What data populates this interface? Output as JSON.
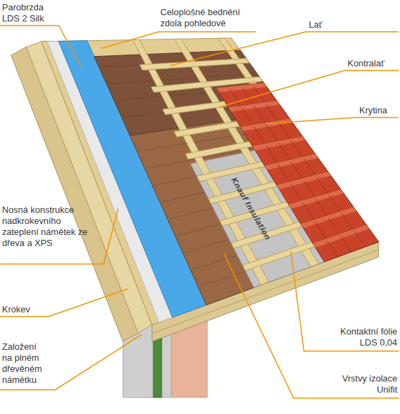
{
  "diagram": {
    "labels": [
      "Parobrzda LDS 2 Silk",
      "Celoplošné bednění zdola pohledové",
      "Lať",
      "Kontralať",
      "Krytina",
      "Nosná konstrukce nadkrokevního zateplení námětek ze dřeva a XPS",
      "Krokev",
      "Založení na plném dřevěném námětku",
      "Kontaktní fólie LDS 0,04",
      "Vrstvy izolace Unifit",
      "Knauf Insulation"
    ]
  }
}
